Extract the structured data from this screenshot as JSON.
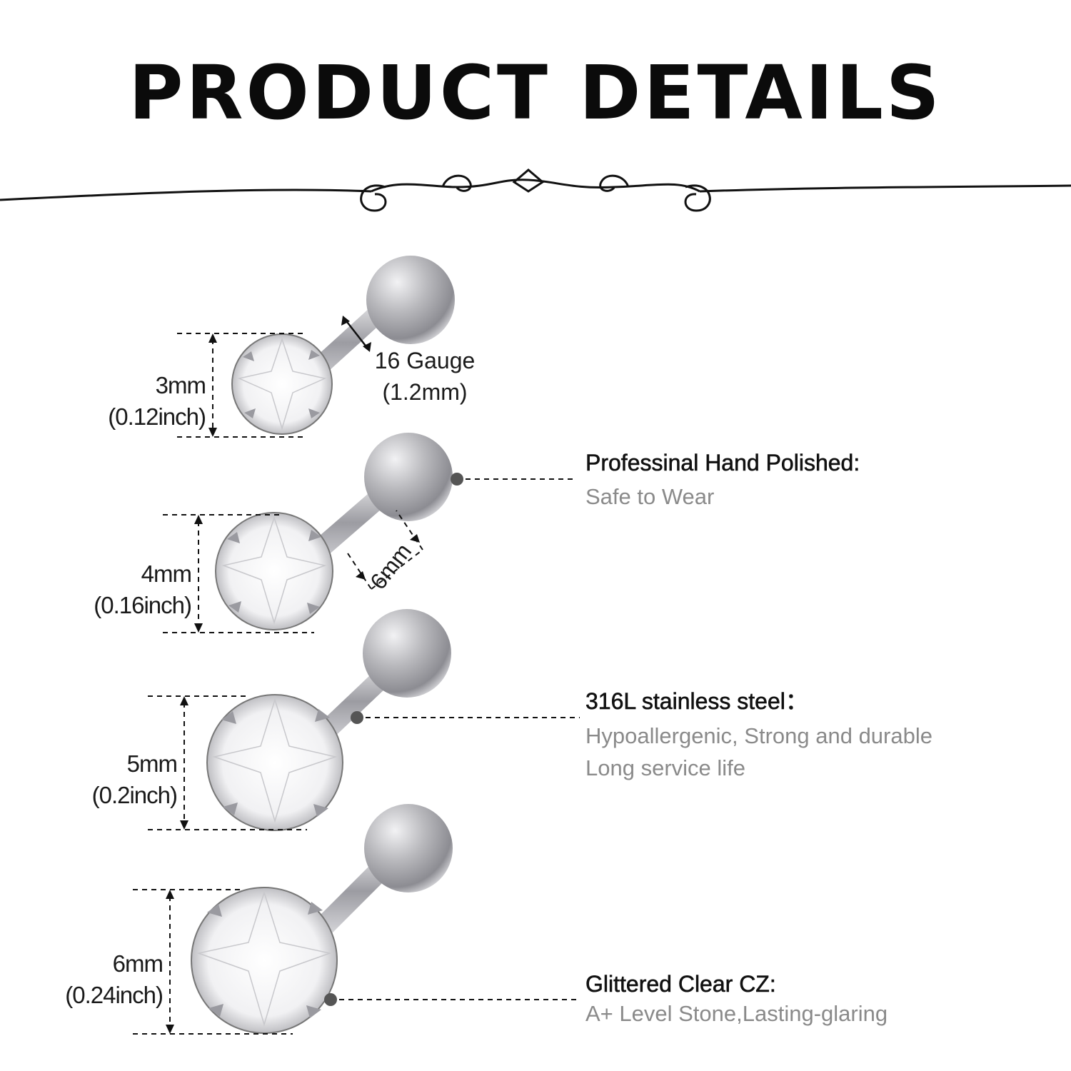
{
  "header": {
    "title": "PRODUCT DETAILS"
  },
  "studs": [
    {
      "size": "3mm",
      "inch": "(0.12inch)"
    },
    {
      "size": "4mm",
      "inch": "(0.16inch)"
    },
    {
      "size": "5mm",
      "inch": "(0.2inch)"
    },
    {
      "size": "6mm",
      "inch": "(0.24inch)"
    }
  ],
  "gauge": {
    "label": "16 Gauge",
    "value": "(1.2mm)"
  },
  "bar_length": "6mm",
  "features": [
    {
      "heading": "Professinal Hand Polished:",
      "lines": [
        "Safe to Wear"
      ]
    },
    {
      "heading": "316L stainless steel：",
      "lines": [
        "Hypoallergenic, Strong and durable",
        "Long service life"
      ]
    },
    {
      "heading": "Glittered Clear CZ:",
      "lines": [
        "A+ Level Stone,Lasting-glaring"
      ]
    }
  ],
  "colors": {
    "text": "#111111",
    "subtext": "#8a8a8a",
    "metal": "#b9b9bd",
    "stone": "#f4f4f6"
  }
}
